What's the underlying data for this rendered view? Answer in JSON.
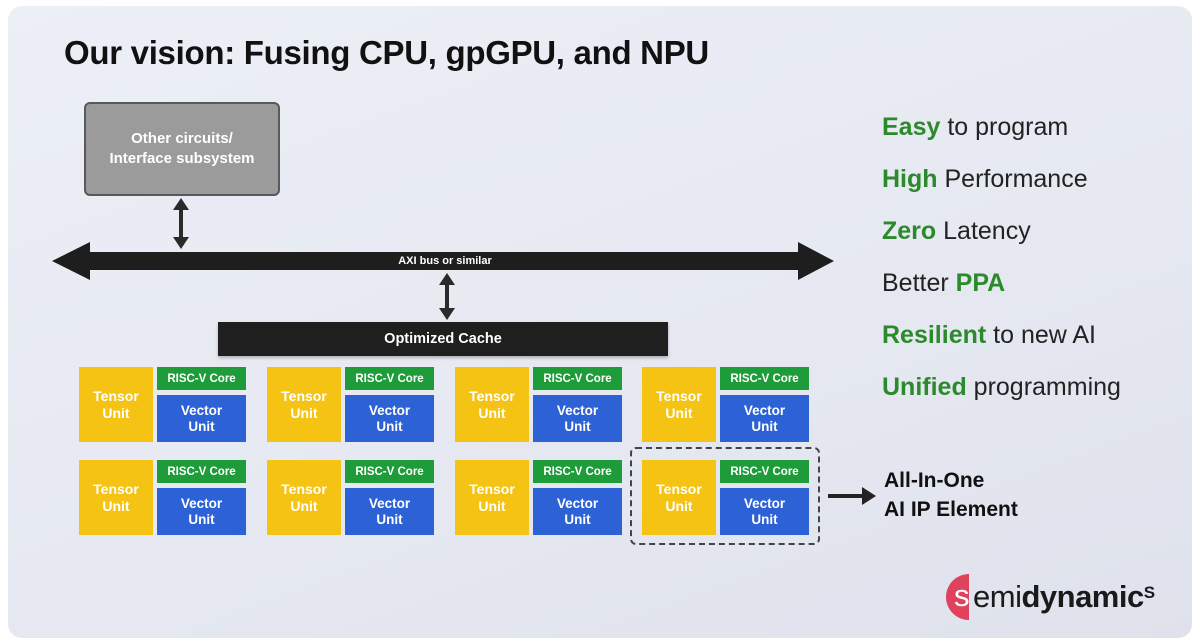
{
  "title": "Our vision: Fusing CPU, gpGPU, and NPU",
  "diagram": {
    "other_box": {
      "line1": "Other circuits/",
      "line2": "Interface subsystem"
    },
    "bus_label": "AXI bus or similar",
    "cache_label": "Optimized Cache",
    "cluster": {
      "tensor": [
        "Tensor",
        "Unit"
      ],
      "riscv": "RISC-V Core",
      "vector": [
        "Vector",
        "Unit"
      ]
    },
    "cluster_count": 8,
    "highlight_label": [
      "All-In-One",
      "AI IP Element"
    ]
  },
  "features": [
    {
      "highlight": "Easy",
      "before": "",
      "after": " to program"
    },
    {
      "highlight": "High",
      "before": "",
      "after": " Performance"
    },
    {
      "highlight": "Zero",
      "before": "",
      "after": " Latency"
    },
    {
      "highlight": "PPA",
      "before": "Better ",
      "after": ""
    },
    {
      "highlight": "Resilient",
      "before": "",
      "after": " to new AI"
    },
    {
      "highlight": "Unified",
      "before": "",
      "after": " programming"
    }
  ],
  "logo": {
    "s": "s",
    "emi": "emi",
    "dynamic": "dynamic",
    "sup": "S"
  },
  "colors": {
    "tensor": "#f5c313",
    "riscv": "#1e9c3a",
    "vector": "#2d62d6",
    "highlight_text": "#2b8a2b",
    "logo": "#e0415d"
  }
}
